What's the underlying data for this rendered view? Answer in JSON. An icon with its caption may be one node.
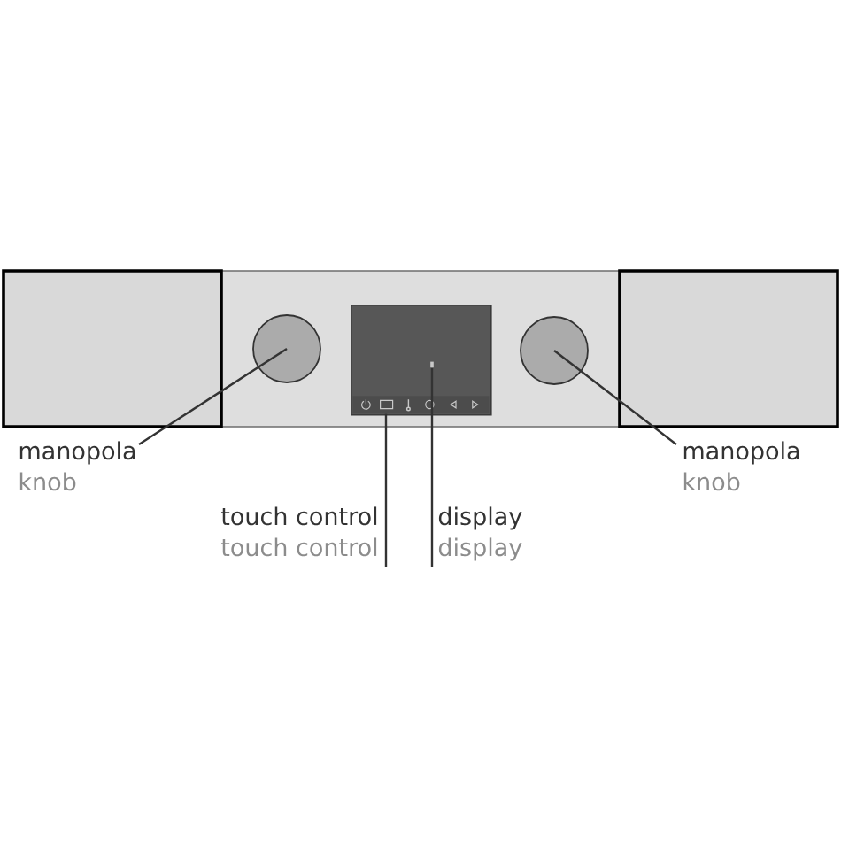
{
  "diagram": {
    "nodes": [
      {
        "text": [],
        "shape": "circle"
      },
      {
        "text": [],
        "shape": "box"
      },
      {
        "text": [],
        "shape": "bar",
        "in": 1
      },
      {
        "text": [],
        "shape": "circle"
      },
      {
        "text": [
          "manopola",
          "knob"
        ]
      },
      {
        "text": [
          "touch control",
          "touch control"
        ]
      },
      {
        "text": [
          "display",
          "display"
        ]
      },
      {
        "text": [
          "manopola",
          "knob"
        ]
      }
    ],
    "edges": [
      {
        "from": 4,
        "to": 0,
        "arrow": "none"
      },
      {
        "from": 5,
        "to": 2,
        "arrow": "none"
      },
      {
        "from": 6,
        "to": 1,
        "arrow": "none"
      },
      {
        "from": 7,
        "to": 3,
        "arrow": "none"
      }
    ]
  }
}
